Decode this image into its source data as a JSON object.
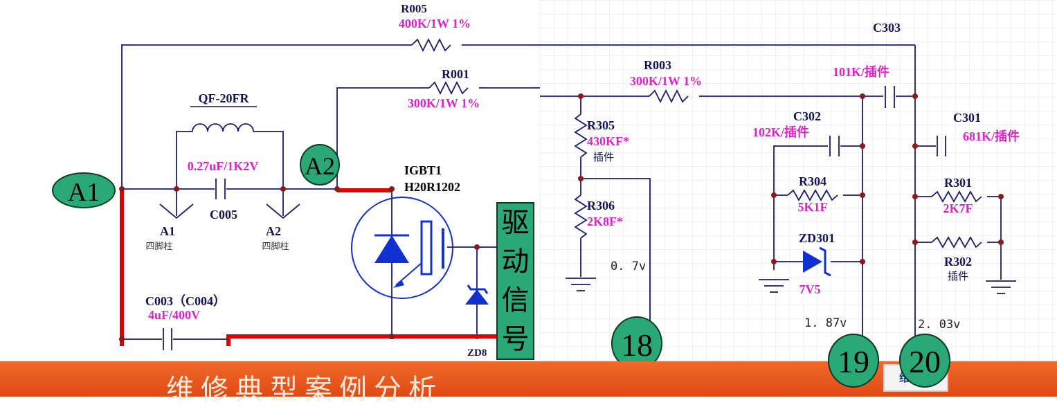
{
  "components": {
    "r005": {
      "name": "R005",
      "value": "400K/1W 1%"
    },
    "r001": {
      "name": "R001",
      "value": "300K/1W 1%"
    },
    "coil": {
      "name": "QF-20FR"
    },
    "c005": {
      "name": "C005",
      "value": "0.27uF/1K2V"
    },
    "igbt": {
      "name": "IGBT1",
      "part": "H20R1202"
    },
    "c003": {
      "name": "C003（C004）",
      "value": "4uF/400V"
    },
    "zd_partial": {
      "name": "ZD8"
    },
    "post_a1": {
      "name": "A1",
      "type": "四脚柱"
    },
    "post_a2": {
      "name": "A2",
      "type": "四脚柱"
    },
    "r003": {
      "name": "R003",
      "value": "300K/1W  1%"
    },
    "c303": {
      "name": "C303",
      "value": "101K/插件"
    },
    "r305": {
      "name": "R305",
      "value": "430KF*",
      "note": "插件"
    },
    "r306": {
      "name": "R306",
      "value": "2K8F*"
    },
    "c302": {
      "name": "C302",
      "value": "102K/插件"
    },
    "r304": {
      "name": "R304",
      "value": "5K1F"
    },
    "zd301": {
      "name": "ZD301",
      "value": "7V5"
    },
    "c301": {
      "name": "C301",
      "value": "681K/插件"
    },
    "r301": {
      "name": "R301",
      "value": "2K7F"
    },
    "r302": {
      "name": "R302",
      "note": "插件"
    }
  },
  "voltages": {
    "v18": "0. 7v",
    "v19": "1. 87v",
    "v20": "2. 03v"
  },
  "bubbles": {
    "a1": "A1",
    "a2": "A2",
    "p18": "18",
    "p19": "19",
    "p20": "20"
  },
  "drive_signal": [
    "驱",
    "动",
    "信",
    "号"
  ],
  "banner": {
    "title": "维修典型案例分析",
    "logo": "维修君"
  },
  "colors": {
    "wire": "#1a1a6e",
    "power_wire": "#e00000",
    "value_text": "#e020c8",
    "bubble": "#2aa876",
    "banner": "#e8561e",
    "igbt_symbol": "#1030d0"
  }
}
